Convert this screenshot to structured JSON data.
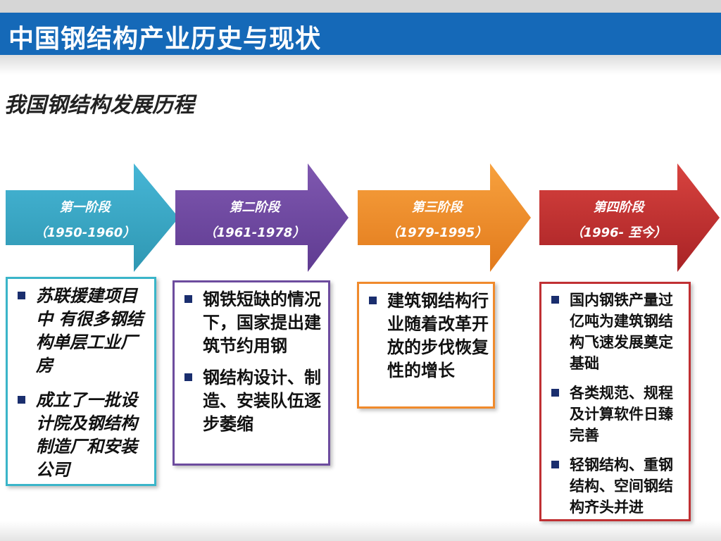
{
  "header": {
    "title": "中国钢结构产业历史与现状"
  },
  "subtitle": "我国钢结构发展历程",
  "stages": [
    {
      "name": "第一阶段",
      "years": "（1950-1960）",
      "color_top": "#46b6d6",
      "color_bottom": "#2f97b2",
      "points": [
        "苏联援建项目中  有很多钢结构单层工业厂房",
        "成立了一批设计院及钢结构制造厂和安装公司"
      ]
    },
    {
      "name": "第二阶段",
      "years": "（1961-1978）",
      "color_top": "#7f58b0",
      "color_bottom": "#5f3b91",
      "points": [
        "钢铁短缺的情况下，国家提出建筑节约用钢",
        "钢结构设计、制造、安装队伍逐步萎缩"
      ]
    },
    {
      "name": "第三阶段",
      "years": "（1979-1995）",
      "color_top": "#f7a13e",
      "color_bottom": "#e27a1c",
      "points": [
        "建筑钢结构行业随着改革开放的步伐恢复性的增长"
      ]
    },
    {
      "name": "第四阶段",
      "years": "（1996- 至今）",
      "color_top": "#d8433f",
      "color_bottom": "#a82225",
      "points": [
        "国内钢铁产量过亿吨为建筑钢结构飞速发展奠定基础",
        "各类规范、规程及计算软件日臻完善",
        "轻钢结构、重钢结构、空间钢结构齐头并进"
      ]
    }
  ]
}
